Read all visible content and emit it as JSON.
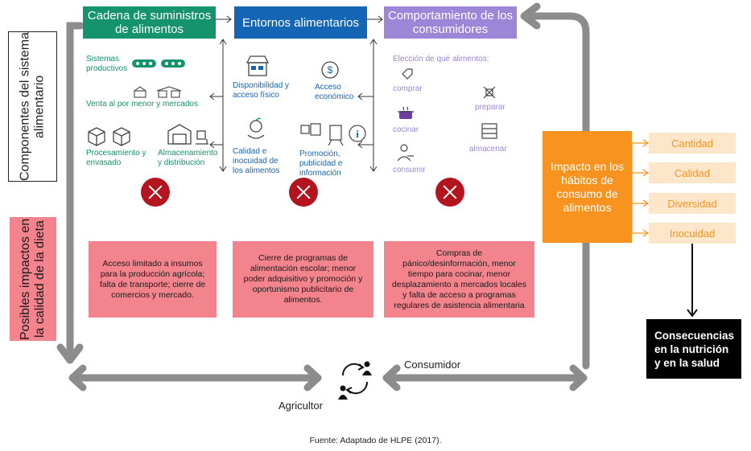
{
  "side_labels": {
    "components": "Componentes del sistema alimentario",
    "impacts": "Posibles impactos en la calidad de la dieta"
  },
  "headers": {
    "supply": "Cadena de suministros de alimentos",
    "environments": "Entornos alimentarios",
    "behavior": "Comportamiento de los consumidores"
  },
  "supply_items": {
    "production": "Sistemas productivos",
    "retail": "Venta al por menor y mercados",
    "processing": "Procesamiento y envasado",
    "storage": "Almacenamiento y distribución"
  },
  "env_items": {
    "availability": "Disponibilidad y acceso físico",
    "economic": "Acceso económico",
    "quality": "Calidad e inocuidad de los alimentos",
    "promotion": "Promoción, publicidad e información"
  },
  "behavior_items": {
    "choice": "Elección de qué alimentos:",
    "buy": "comprar",
    "prepare": "preparar",
    "cook": "cocinar",
    "store": "almacenar",
    "consume": "consumir"
  },
  "impact_texts": {
    "supply": "Acceso limitado a insumos para la producción agrícola; falta de transporte; cierre de comercios y mercado.",
    "environments": "Cierre de programas de alimentación escolar; menor poder adquisitivo y promoción y oportunismo publicitario de alimentos.",
    "behavior": "Compras de pánico/desinformación, menor tiempo para cocinar, menor desplazamiento a mercados locales y falta de acceso a programas regulares de asistencia alimentaria"
  },
  "impact_box": "Impacto en los hábitos de consumo de alimentos",
  "dimensions": [
    "Cantidad",
    "Calidad",
    "Diversidad",
    "Inocuidad"
  ],
  "consequences": "Consecuencias en la nutrición y en la salud",
  "flow": {
    "consumer": "Consumidor",
    "farmer": "Agricultor"
  },
  "source": "Fuente: Adaptado de HLPE (2017).",
  "colors": {
    "supply": "#14936d",
    "environments": "#1565b5",
    "behavior": "#9b86d8",
    "impact": "#f7931e",
    "pink": "#f3838d",
    "x_mark": "#b3141d",
    "dimension_bg": "#fde6c9",
    "arrows": "#8c8c8c"
  }
}
